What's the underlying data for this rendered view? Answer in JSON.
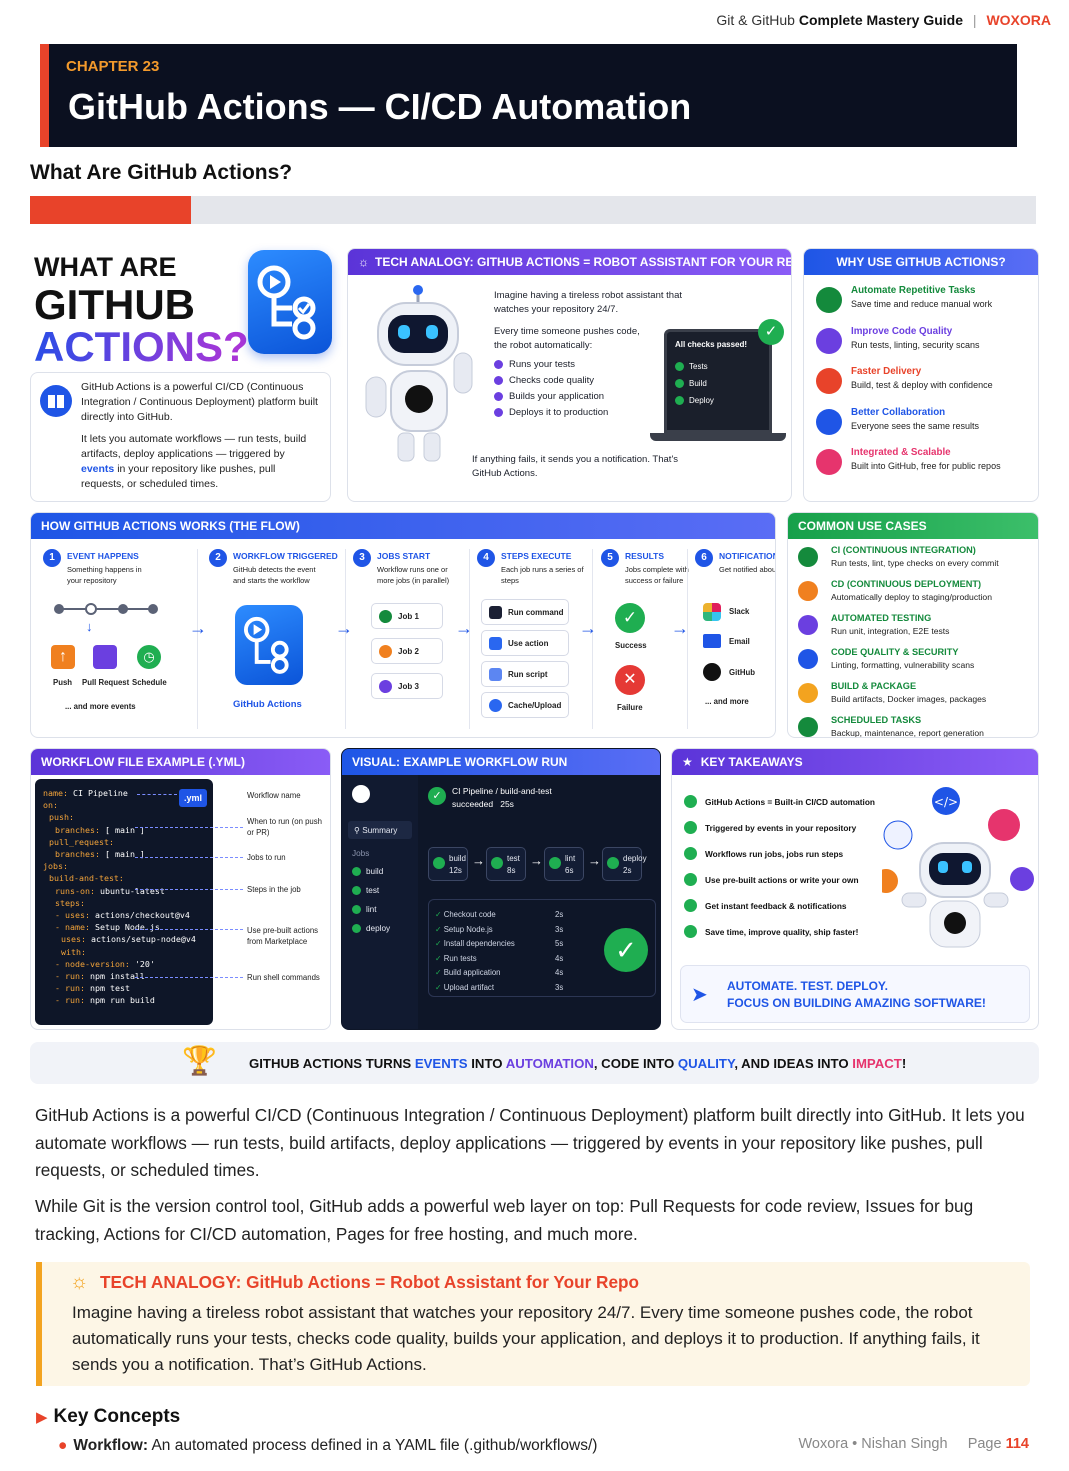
{
  "header": {
    "guide_prefix": "Git & GitHub",
    "guide_bold": "Complete Mastery Guide",
    "brand": "WOXORA"
  },
  "chapter": {
    "number": "CHAPTER 23",
    "title": "GitHub Actions — CI/CD Automation"
  },
  "section": {
    "title": "What Are GitHub Actions?",
    "progress": 0.16
  },
  "hero": {
    "line1": "WHAT ARE",
    "line2": "GITHUB",
    "line3": "ACTIONS?",
    "p1": "GitHub Actions is a powerful CI/CD (Continuous Integration / Continuous Deployment) platform built directly into GitHub.",
    "p2a": "It lets you automate workflows — run tests, build artifacts, deploy applications — triggered by",
    "p2b": "events",
    "p2c": "in your repository like pushes, pull requests, or scheduled times."
  },
  "analogy": {
    "header": "TECH ANALOGY: GITHUB ACTIONS = ROBOT ASSISTANT FOR YOUR REPO",
    "p1": "Imagine having a tireless robot assistant that watches your repository 24/7.",
    "p2": "Every time someone pushes code, the robot automatically:",
    "bullets": [
      "Runs your tests",
      "Checks code quality",
      "Builds your application",
      "Deploys it to production"
    ],
    "laptop_title": "All checks passed!",
    "laptop_items": [
      "Tests",
      "Build",
      "Deploy"
    ],
    "footer": "If anything fails, it sends you a notification. That's GitHub Actions."
  },
  "why": {
    "header": "WHY USE GITHUB ACTIONS?",
    "items": [
      {
        "title": "Automate Repetitive Tasks",
        "desc": "Save time and reduce manual work",
        "color": "#148a3c"
      },
      {
        "title": "Improve Code Quality",
        "desc": "Run tests, linting, security scans",
        "color": "#6b3fe0"
      },
      {
        "title": "Faster Delivery",
        "desc": "Build, test & deploy with confidence",
        "color": "#e8432a"
      },
      {
        "title": "Better Collaboration",
        "desc": "Everyone sees the same results",
        "color": "#1f55e6"
      },
      {
        "title": "Integrated & Scalable",
        "desc": "Built into GitHub, free for public repos",
        "color": "#e6346d"
      }
    ]
  },
  "flow": {
    "header": "HOW GITHUB ACTIONS WORKS (THE FLOW)",
    "steps": [
      {
        "num": "1",
        "title": "EVENT HAPPENS",
        "desc": "Something happens in your repository"
      },
      {
        "num": "2",
        "title": "WORKFLOW TRIGGERED",
        "desc": "GitHub detects the event and starts the workflow"
      },
      {
        "num": "3",
        "title": "JOBS START",
        "desc": "Workflow runs one or more jobs (in parallel)"
      },
      {
        "num": "4",
        "title": "STEPS EXECUTE",
        "desc": "Each job runs a series of steps"
      },
      {
        "num": "5",
        "title": "RESULTS",
        "desc": "Jobs complete with success or failure"
      },
      {
        "num": "6",
        "title": "NOTIFICATIONS",
        "desc": "Get notified about action"
      }
    ],
    "events": [
      "Push",
      "Pull Request",
      "Schedule"
    ],
    "events_more": "... and more events",
    "workflow_label": "GitHub Actions",
    "jobs": [
      "Job 1",
      "Job 2",
      "Job 3"
    ],
    "steps_list": [
      "Run command",
      "Use action",
      "Run script",
      "Cache/Upload"
    ],
    "success": "Success",
    "failure": "Failure",
    "notify": [
      "Slack",
      "Email",
      "GitHub"
    ],
    "notify_more": "... and more"
  },
  "usecases": {
    "header": "COMMON USE CASES",
    "items": [
      {
        "title": "CI (CONTINUOUS INTEGRATION)",
        "desc": "Run tests, lint, type checks on every commit",
        "color": "#148a3c"
      },
      {
        "title": "CD (CONTINUOUS DEPLOYMENT)",
        "desc": "Automatically deploy to staging/production",
        "color": "#f0801f"
      },
      {
        "title": "AUTOMATED TESTING",
        "desc": "Run unit, integration, E2E tests",
        "color": "#6b3fe0"
      },
      {
        "title": "CODE QUALITY & SECURITY",
        "desc": "Linting, formatting, vulnerability scans",
        "color": "#1f55e6"
      },
      {
        "title": "BUILD & PACKAGE",
        "desc": "Build artifacts, Docker images, packages",
        "color": "#f3a31f"
      },
      {
        "title": "SCHEDULED TASKS",
        "desc": "Backup, maintenance, report generation",
        "color": "#148a3c"
      }
    ]
  },
  "yml": {
    "header": "WORKFLOW FILE EXAMPLE (.YML)",
    "badge": ".yml",
    "lines": [
      {
        "k": "name:",
        "v": " CI Pipeline",
        "indent": 0
      },
      {
        "k": "on:",
        "v": "",
        "indent": 0
      },
      {
        "k": "push:",
        "v": "",
        "indent": 1
      },
      {
        "k": "branches:",
        "v": " [ main ]",
        "indent": 2
      },
      {
        "k": "pull_request:",
        "v": "",
        "indent": 1
      },
      {
        "k": "branches:",
        "v": " [ main ]",
        "indent": 2
      },
      {
        "k": "jobs:",
        "v": "",
        "indent": 0
      },
      {
        "k": "build-and-test:",
        "v": "",
        "indent": 1
      },
      {
        "k": "runs-on:",
        "v": " ubuntu-latest",
        "indent": 2
      },
      {
        "k": "steps:",
        "v": "",
        "indent": 2
      },
      {
        "k": "- uses:",
        "v": " actions/checkout@v4",
        "indent": 2
      },
      {
        "k": "- name:",
        "v": " Setup Node.js",
        "indent": 2
      },
      {
        "k": "uses:",
        "v": " actions/setup-node@v4",
        "indent": 3
      },
      {
        "k": "with:",
        "v": "",
        "indent": 3
      },
      {
        "k": "- node-version:",
        "v": " '20'",
        "indent": 2
      },
      {
        "k": "- run:",
        "v": " npm install",
        "indent": 2
      },
      {
        "k": "- run:",
        "v": " npm test",
        "indent": 2
      },
      {
        "k": "- run:",
        "v": " npm run build",
        "indent": 2
      }
    ],
    "annotations": [
      "Workflow name",
      "When to run (on push or PR)",
      "Jobs to run",
      "Steps in the job",
      "Use pre-built actions from Marketplace",
      "Run shell commands"
    ]
  },
  "run": {
    "header": "VISUAL: EXAMPLE WORKFLOW RUN",
    "pipeline": "CI Pipeline / build-and-test",
    "status": "succeeded",
    "duration": "25s",
    "summary": "Summary",
    "jobs_label": "Jobs",
    "side_jobs": [
      "build",
      "test",
      "lint",
      "deploy"
    ],
    "jobs": [
      {
        "name": "build",
        "time": "12s"
      },
      {
        "name": "test",
        "time": "8s"
      },
      {
        "name": "lint",
        "time": "6s"
      },
      {
        "name": "deploy",
        "time": "2s"
      }
    ],
    "steps": [
      {
        "name": "Checkout code",
        "time": "2s"
      },
      {
        "name": "Setup Node.js",
        "time": "3s"
      },
      {
        "name": "Install dependencies",
        "time": "5s"
      },
      {
        "name": "Run tests",
        "time": "4s"
      },
      {
        "name": "Build application",
        "time": "4s"
      },
      {
        "name": "Upload artifact",
        "time": "3s"
      }
    ]
  },
  "takeaways": {
    "header": "KEY TAKEAWAYS",
    "items": [
      "GitHub Actions = Built-in CI/CD automation",
      "Triggered by events in your repository",
      "Workflows run jobs, jobs run steps",
      "Use pre-built actions or write your own",
      "Get instant feedback & notifications",
      "Save time, improve quality, ship faster!"
    ],
    "cta1": "AUTOMATE. TEST. DEPLOY.",
    "cta2": "FOCUS ON BUILDING AMAZING SOFTWARE!"
  },
  "banner": {
    "a": "GITHUB ACTIONS TURNS ",
    "b": "EVENTS",
    "c": " INTO ",
    "d": "AUTOMATION",
    "e": ", CODE INTO ",
    "f": "QUALITY",
    "g": ", AND IDEAS INTO ",
    "h": "IMPACT",
    "i": "!"
  },
  "body": {
    "p1": "GitHub Actions is a powerful CI/CD (Continuous Integration / Continuous Deployment) platform built directly into GitHub. It lets you automate workflows — run tests, build artifacts, deploy applications — triggered by events in your repository like pushes, pull requests, or scheduled times.",
    "p2": "While Git is the version control tool, GitHub adds a powerful web layer on top: Pull Requests for code review, Issues for bug tracking, Actions for CI/CD automation, Pages for free hosting, and much more."
  },
  "callout": {
    "title": "TECH ANALOGY: GitHub Actions = Robot Assistant for Your Repo",
    "text": "Imagine having a tireless robot assistant that watches your repository 24/7. Every time someone pushes code, the robot automatically runs your tests, checks code quality, builds your application, and deploys it to production. If anything fails, it sends you a notification. That’s GitHub Actions."
  },
  "concepts": {
    "title": "Key Concepts",
    "item_term": "Workflow:",
    "item_text": " An automated process defined in a YAML file (.github/workflows/)"
  },
  "footer": {
    "author": "Woxora  •  Nishan Singh",
    "page_label": "Page",
    "page_num": "114"
  }
}
